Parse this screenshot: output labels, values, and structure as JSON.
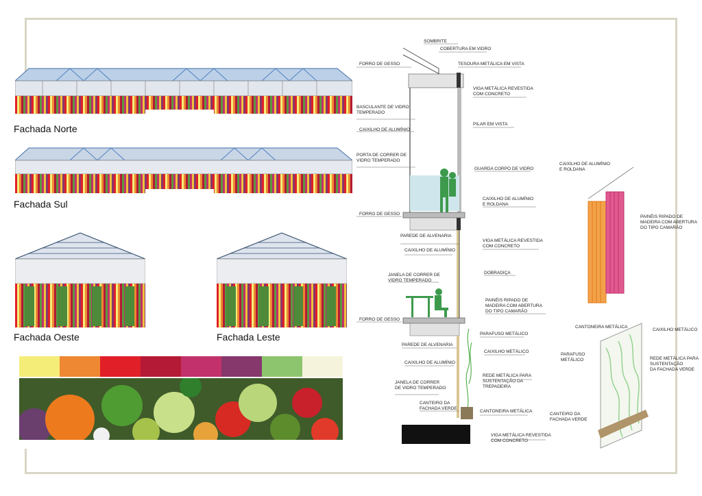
{
  "facades": {
    "norte": "Fachada Norte",
    "sul": "Fachada Sul",
    "oeste": "Fachada Oeste",
    "leste": "Fachada Leste"
  },
  "palette": [
    "#f4ee79",
    "#ee8832",
    "#e11f28",
    "#b41a36",
    "#c2316b",
    "#86386c",
    "#8cc56e",
    "#f6f3dd"
  ],
  "section": {
    "sombrite": "SOMBRITE",
    "cobertura": "COBERTURA EM VIDRO",
    "forro1": "FORRO DE GESSO",
    "tesoura": "TESOURA METÁLICA EM VISTA",
    "viga1": [
      "VIGA METÁLICA REVESTIDA",
      "COM CONCRETO"
    ],
    "basculante": [
      "BASCULANTE  DE VIDRO",
      "TEMPERADO"
    ],
    "caixilho1": "CAIXILHO DE ALUMÍNIO",
    "pilar": "PILAR EM VISTA",
    "porta": [
      "PORTA DE CORRER DE",
      "VIDRO TEMPERADO"
    ],
    "guarda": "GUARDA CORPO DE VIDRO",
    "caixilho_roldana": [
      "CAIXILHO DE ALUMÍNIO",
      "E ROLDANA"
    ],
    "forro2": "FORRO DE GESSO",
    "parede1": "PAREDE DE ALVENARIA",
    "viga2": [
      "VIGA METÁLICA REVESTIDA",
      "COM CONCRETO"
    ],
    "caixilho2": "CAIXILHO DE ALUMÍNIO",
    "janela1": [
      "JANELA DE CORRER DE",
      "VIDRO TEMPERADO"
    ],
    "dobradica": "DOBRADIÇA",
    "paineis": [
      "PAINÉIS RIPADO DE",
      "MADEIRA COM ABERTURA",
      "DO TIPO CAMARÃO"
    ],
    "forro3": "FORRO DE GESSO",
    "parafuso": "PARAFUSO METÁLICO",
    "parede2": "PAREDE DE ALVENARIA",
    "caixilho_metalico": "CAIXILHO METÁLICO",
    "caixilho3": "CAIXILHO DE ALUMÍNIO",
    "rede": [
      "REDE METÁLICA PARA",
      "SUSTENTAÇÃO DA",
      "TREPADEIRA"
    ],
    "janela2": [
      "JANELA DE CORRER",
      "DE VIDRO TEMPERADO"
    ],
    "canteiro": [
      "CANTEIRO DA",
      "FACHADA VERDE"
    ],
    "cantoneira": "CANTONEIRA METÁLICA",
    "viga3": [
      "VIGA METÁLICA REVESTIDA",
      "COM CONCRETO"
    ]
  },
  "detail_panel": {
    "caixilho_roldana": [
      "CAIXILHO DE ALUMÍNIO",
      "E ROLDANA"
    ],
    "paineis": [
      "PAINÉIS RIPADO DE",
      "MADEIRA COM ABERTURA",
      "DO TIPO CAMARÃO"
    ]
  },
  "detail_green": {
    "cantoneira": "CANTONEIRA METÁLICA",
    "caixilho": "CAIXILHO METÁLICO",
    "parafuso": [
      "PARAFUSO",
      "METÁLICO"
    ],
    "rede": [
      "REDE METÁLICA PARA",
      "SUSTENTAÇÃO",
      "DA FACHADA VERDE"
    ],
    "canteiro": [
      "CANTEIRO DA",
      "FACHADA VERDE"
    ]
  }
}
